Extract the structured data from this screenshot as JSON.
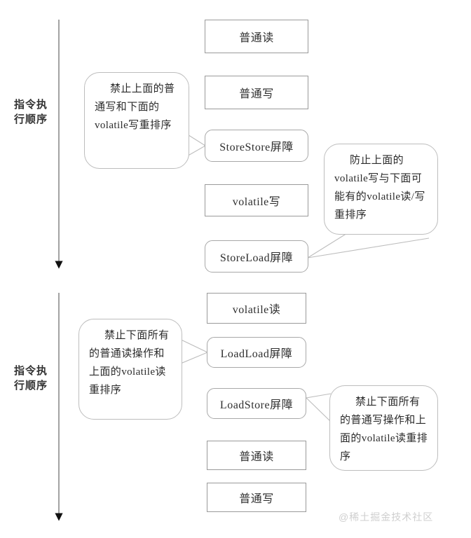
{
  "diagram": {
    "title": "volatile memory barrier insertion diagram",
    "watermark": "@稀土掘金技术社区",
    "colors": {
      "box_border": "#9a9a9a",
      "bubble_border": "#bdbdbd",
      "arrow": "#8c8c8c",
      "arrowhead": "#111111",
      "text": "#2e2e2e",
      "watermark": "#cfcfcf",
      "background": "#ffffff"
    },
    "flows": [
      {
        "name": "volatile-write-flow",
        "order_label": "指令执\n行顺序",
        "order_label_line1": "指令执",
        "order_label_line2": "行顺序",
        "boxes": [
          {
            "label": "普通读",
            "shape": "rect"
          },
          {
            "label": "普通写",
            "shape": "rect"
          },
          {
            "label": "StoreStore屏障",
            "shape": "rounded"
          },
          {
            "label": "volatile写",
            "shape": "rect"
          },
          {
            "label": "StoreLoad屏障",
            "shape": "rounded"
          }
        ],
        "callouts": [
          {
            "name": "storestore-callout",
            "text": "禁止上面的普通写和下面的volatile写重排序",
            "target": "StoreStore屏障",
            "side": "left"
          },
          {
            "name": "storeload-callout",
            "text": "防止上面的volatile写与下面可能有的volatile读/写重排序",
            "target": "StoreLoad屏障",
            "side": "right"
          }
        ]
      },
      {
        "name": "volatile-read-flow",
        "order_label": "指令执\n行顺序",
        "order_label_line1": "指令执",
        "order_label_line2": "行顺序",
        "boxes": [
          {
            "label": "volatile读",
            "shape": "rect"
          },
          {
            "label": "LoadLoad屏障",
            "shape": "rounded"
          },
          {
            "label": "LoadStore屏障",
            "shape": "rounded"
          },
          {
            "label": "普通读",
            "shape": "rect"
          },
          {
            "label": "普通写",
            "shape": "rect"
          }
        ],
        "callouts": [
          {
            "name": "loadload-callout",
            "text": "禁止下面所有的普通读操作和上面的volatile读重排序",
            "target": "LoadLoad屏障",
            "side": "left"
          },
          {
            "name": "loadstore-callout",
            "text": "禁止下面所有的普通写操作和上面的volatile读重排序",
            "target": "LoadStore屏障",
            "side": "right"
          }
        ]
      }
    ]
  }
}
